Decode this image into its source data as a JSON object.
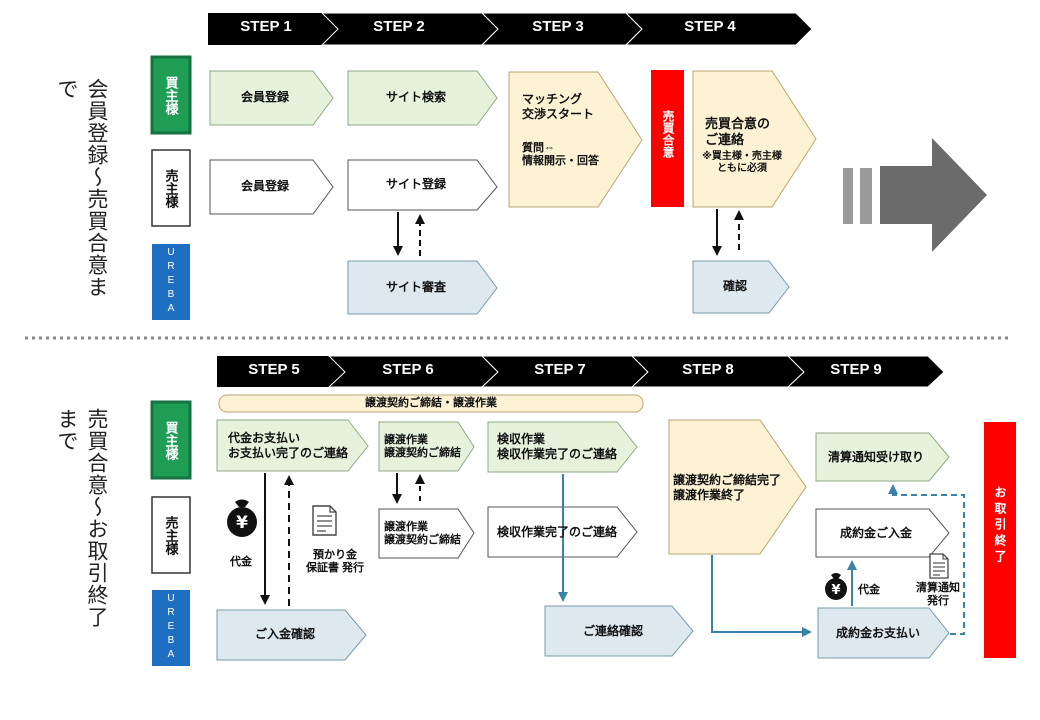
{
  "phase_labels": {
    "top": "会員登録〜売買合意まで",
    "bottom": "売買合意〜お取引終了まで"
  },
  "roles": {
    "buyer": "買主様",
    "seller": "売主様",
    "ureba": "UREBA"
  },
  "steps_top": [
    "STEP 1",
    "STEP 2",
    "STEP 3",
    "STEP 4"
  ],
  "steps_bottom": [
    "STEP 5",
    "STEP 6",
    "STEP 7",
    "STEP 8",
    "STEP 9"
  ],
  "top": {
    "buyer_member_reg": "会員登録",
    "buyer_site_search": "サイト検索",
    "seller_member_reg": "会員登録",
    "seller_site_reg": "サイト登録",
    "site_review": "サイト審査",
    "matching_title": "マッチング\n交渉スタート",
    "matching_sub": "質問⇔\n情報開示・回答",
    "sale_agreement_bar": "売買合意",
    "agreement_contact": "売買合意の\nご連絡",
    "agreement_note": "※買主様・売主様\nともに必須",
    "confirm": "確認"
  },
  "bottom": {
    "contract_banner": "譲渡契約ご締結・譲渡作業",
    "payment_buyer": "代金お支払い\nお支払い完了のご連絡",
    "money_label": "代金",
    "deposit_label": "預かり金\n保証書 発行",
    "deposit_confirm": "ご入金確認",
    "transfer_buyer": "譲渡作業\n譲渡契約ご締結",
    "transfer_seller": "譲渡作業\n譲渡契約ご締結",
    "inspection_buyer": "検収作業\n検収作業完了のご連絡",
    "inspection_seller": "検収作業完了のご連絡",
    "contact_confirm": "ご連絡確認",
    "contract_complete": "譲渡契約ご締結完了\n譲渡作業終了",
    "settlement_receive": "清算通知受け取り",
    "proceeds_deposit": "成約金ご入金",
    "proceeds_payment": "成約金お支払い",
    "money_label2": "代金",
    "settlement_issue": "清算通知\n発行",
    "transaction_end": "お取引終了"
  },
  "colors": {
    "buyer_green": "#1f9d55",
    "ureba_blue": "#1e6fc1",
    "red": "#ff0000",
    "green_box": "#e6f2dc",
    "blue_box": "#dde9ef",
    "yellow_box": "#fdf3d4",
    "teal_line": "#3a83a8"
  },
  "icons": [
    "yen-bag-icon",
    "document-icon"
  ]
}
